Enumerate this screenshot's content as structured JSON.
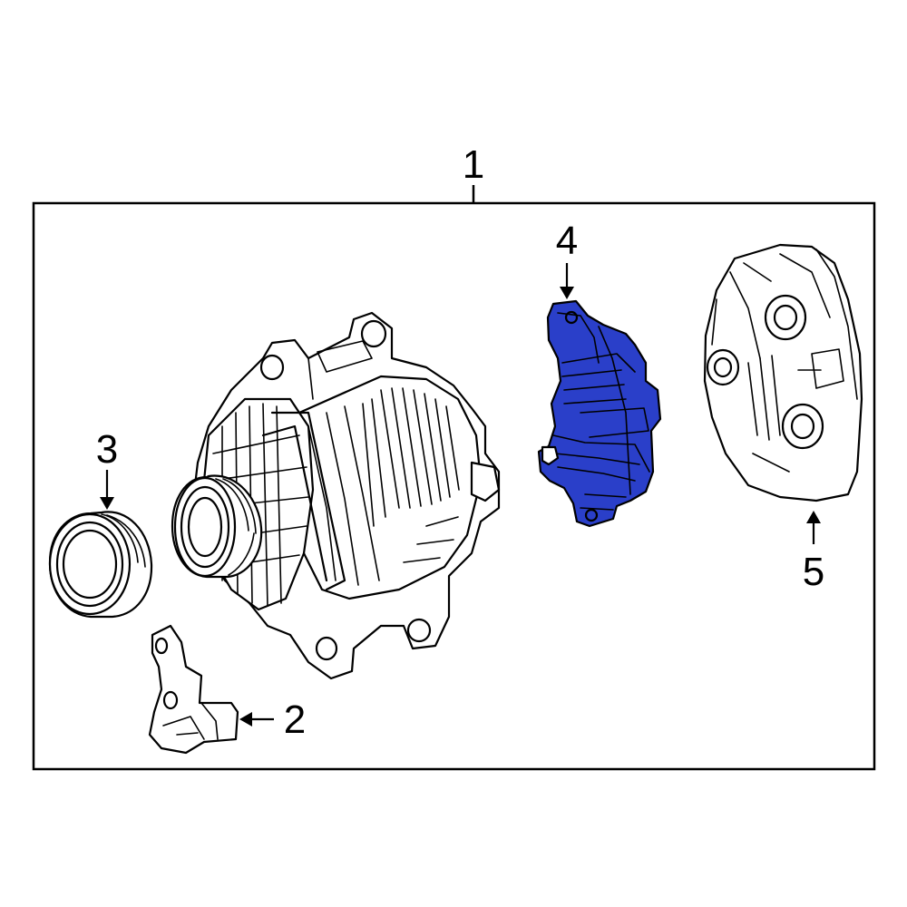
{
  "callouts": [
    {
      "id": "1",
      "label": "1"
    },
    {
      "id": "2",
      "label": "2"
    },
    {
      "id": "3",
      "label": "3"
    },
    {
      "id": "4",
      "label": "4"
    },
    {
      "id": "5",
      "label": "5"
    }
  ],
  "colors": {
    "highlight": "#2a3fc9",
    "line": "#000000",
    "background": "#ffffff"
  },
  "highlighted_part": "4"
}
